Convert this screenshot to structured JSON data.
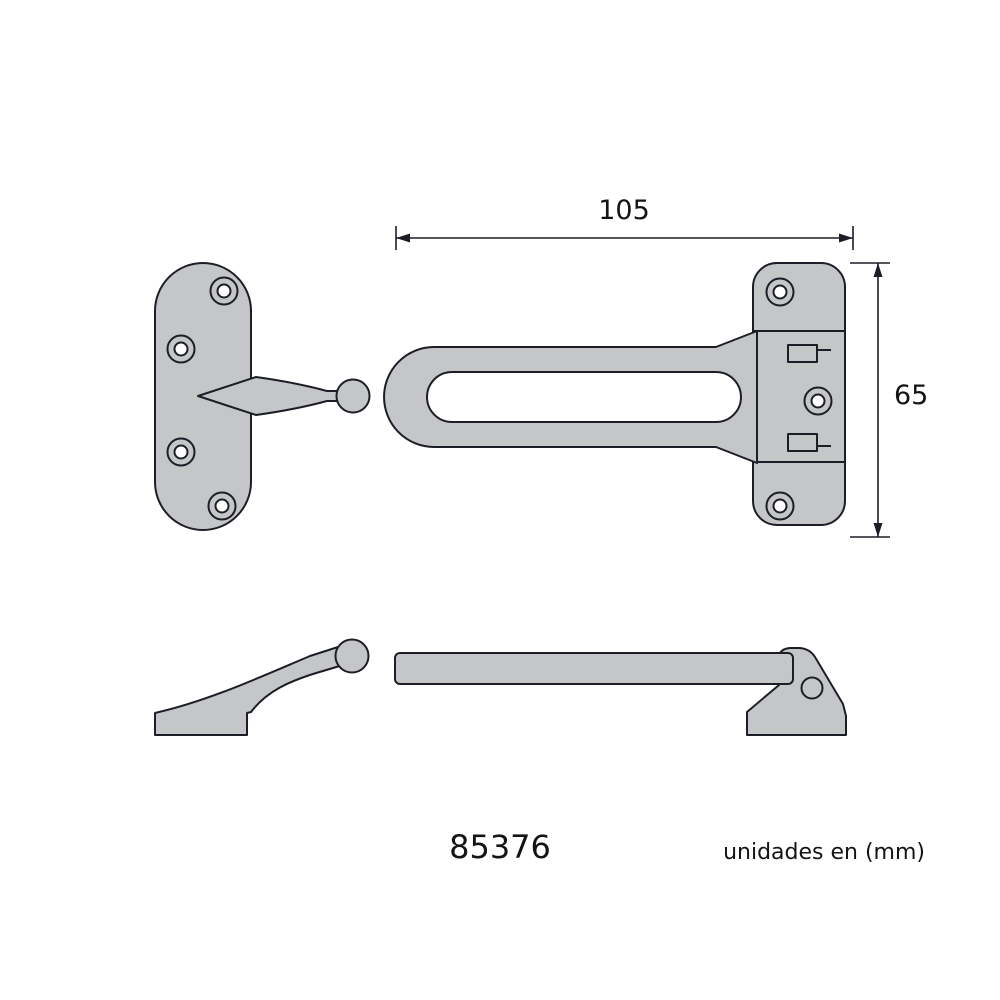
{
  "drawing": {
    "type": "technical-drawing",
    "subject": "door-security-guard",
    "dimensions": {
      "width_label": "105",
      "height_label": "65"
    },
    "product": {
      "code": "85376",
      "units_note": "unidades en (mm)"
    },
    "colors": {
      "background": "#ffffff",
      "part_fill": "#c5c6c8",
      "line": "#1d1d27",
      "text": "#141414"
    }
  }
}
